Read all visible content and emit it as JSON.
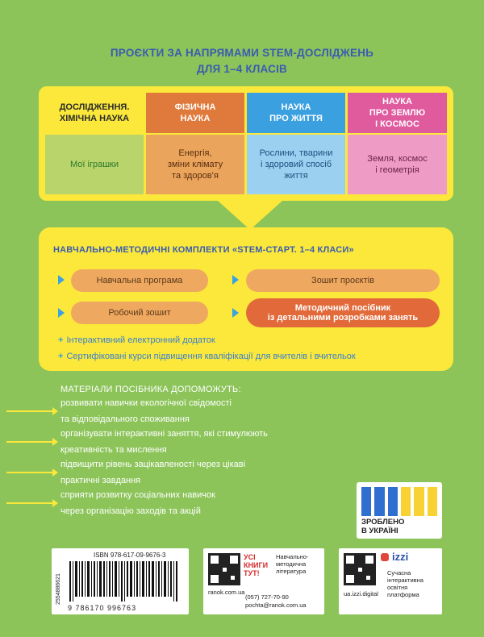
{
  "title": {
    "line1": "ПРОЄКТИ ЗА НАПРЯМАМИ STEM-ДОСЛІДЖЕНЬ",
    "line2": "ДЛЯ 1–4 КЛАСІВ"
  },
  "directions": [
    {
      "header1": "ДОСЛІДЖЕННЯ.",
      "header2": "ХІМІЧНА НАУКА",
      "header3": "",
      "body1": "Мої іграшки",
      "body2": "",
      "body3": "",
      "head_bg": "#fbe83a",
      "head_color": "#2b2b2b",
      "body_bg": "#b8d46a",
      "body_color": "#2f7a2f"
    },
    {
      "header1": "ФІЗИЧНА",
      "header2": "НАУКА",
      "header3": "",
      "body1": "Енергія,",
      "body2": "зміни клімату",
      "body3": "та здоров’я",
      "head_bg": "#e07a3c",
      "head_color": "#ffffff",
      "body_bg": "#eaa45c",
      "body_color": "#5a2e10"
    },
    {
      "header1": "НАУКА",
      "header2": "ПРО ЖИТТЯ",
      "header3": "",
      "body1": "Рослини, тварини",
      "body2": "і здоровий спосіб",
      "body3": "життя",
      "head_bg": "#3aa0e0",
      "head_color": "#ffffff",
      "body_bg": "#9bd0f0",
      "body_color": "#1f4f80"
    },
    {
      "header1": "НАУКА",
      "header2": "ПРО ЗЕМЛЮ",
      "header3": "І КОСМОС",
      "body1": "Земля, космос",
      "body2": "і геометрія",
      "body3": "",
      "head_bg": "#e05a9e",
      "head_color": "#ffffff",
      "body_bg": "#ee9cc6",
      "body_color": "#6a1f47"
    }
  ],
  "kits": {
    "title": "НАВЧАЛЬНО-МЕТОДИЧНІ КОМПЛЕКТИ «STEM-СТАРТ. 1–4 КЛАСИ»",
    "program": "Навчальна програма",
    "projects_notebook": "Зошит проєктів",
    "workbook": "Робочий зошит",
    "manual1": "Методичний посібник",
    "manual2": "із детальними розробками занять",
    "plus1": "Інтерактивний електронний додаток",
    "plus2": "Сертифіковані курси підвищення кваліфікації для вчителів і вчительок",
    "plus_sign": "+"
  },
  "materials": {
    "title": "МАТЕРІАЛИ ПОСІБНИКА ДОПОМОЖУТЬ:",
    "items": [
      {
        "l1": "розвивати навички екологічної свідомості",
        "l2": "та відповідального споживання"
      },
      {
        "l1": "організувати інтерактивні заняття, які стимулюють",
        "l2": "креативність та мислення"
      },
      {
        "l1": "підвищити рівень зацікавленості через цікаві",
        "l2": "практичні завдання"
      },
      {
        "l1": "сприяти розвитку соціальних навичок",
        "l2": "через організацію заходів та акцій"
      }
    ]
  },
  "made_in": {
    "l1": "ЗРОБЛЕНО",
    "l2": "В УКРАЇНІ"
  },
  "isbn": {
    "label": "ISBN 978-617-09-9676-3",
    "digits": "9 786170 996763",
    "vertical": "2554886621"
  },
  "ranok": {
    "usi": "УСІ",
    "knyhy": "КНИГИ",
    "tut": "ТУТ!",
    "desc1": "Навчально-",
    "desc2": "методична",
    "desc3": "література",
    "site": "ranok.com.ua",
    "phone": "(057) 727-70-90",
    "email": "pochta@ranok.com.ua"
  },
  "izzi": {
    "brand": "izzi",
    "desc1": "Сучасна",
    "desc2": "інтерактивна",
    "desc3": "освітня",
    "desc4": "платформа",
    "site": "ua.izzi.digital"
  }
}
